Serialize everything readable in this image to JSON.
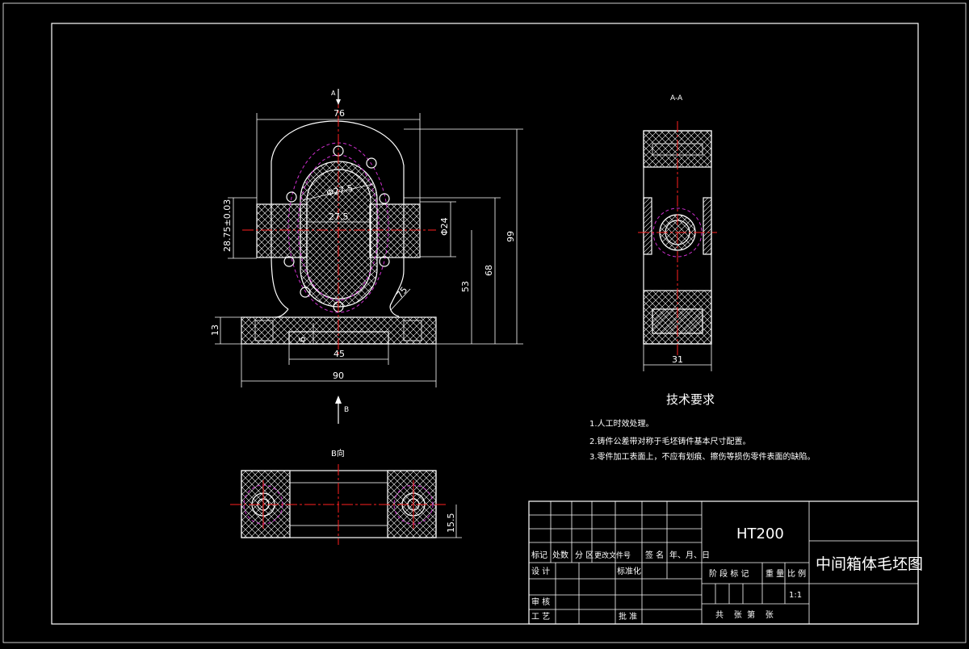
{
  "front_view": {
    "section_marker": "A",
    "dims": {
      "d76": "76",
      "d27_5_radius": "Φ27.5",
      "d27_5": "27.5",
      "d28": "28.75±0.03",
      "d24": "Φ24",
      "d53": "53",
      "d68": "68",
      "d99": "99",
      "d75": "75",
      "d13": "13",
      "d6": "6",
      "d45": "45",
      "d90": "90"
    },
    "arrow_b": "B"
  },
  "section_view": {
    "label": "A-A",
    "dim_31": "31"
  },
  "b_view": {
    "label": "B向",
    "dim_15_5": "15.5"
  },
  "tech_requirements": {
    "title": "技术要求",
    "items": [
      "1.人工时效处理。",
      "2.铸件公差带对称于毛坯铸件基本尺寸配置。",
      "3.零件加工表面上，不应有划痕、擦伤等损伤零件表面的缺陷。"
    ]
  },
  "title_block": {
    "material": "HT200",
    "drawing_title": "中间箱体毛坯图",
    "header_cells": [
      "标记",
      "处数",
      "分 区",
      "更改文件号",
      "签 名",
      "年、月、日"
    ],
    "design": "设 计",
    "standardize": "标准化",
    "stage_mark": "阶 段 标 记",
    "weight": "重 量",
    "scale_label": "比 例",
    "scale_value": "1:1",
    "review": "审 核",
    "process": "工 艺",
    "approve": "批 准",
    "sheets": "共    张  第    张"
  }
}
